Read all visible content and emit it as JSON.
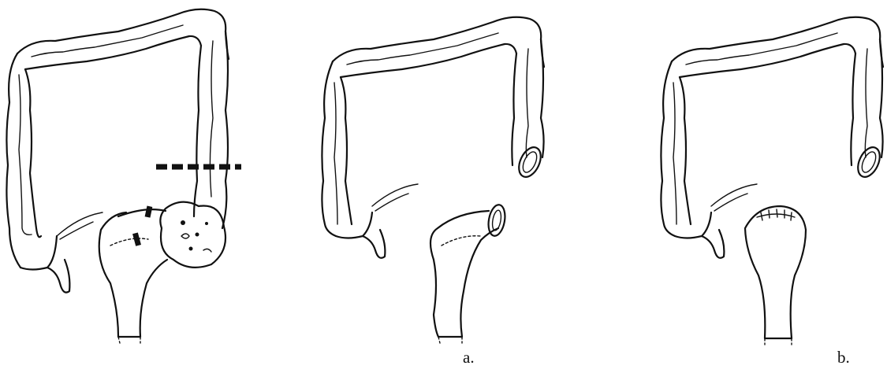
{
  "figure": {
    "panels": [
      {
        "id": "original",
        "label": ""
      },
      {
        "id": "a",
        "label": "a."
      },
      {
        "id": "b",
        "label": "b."
      }
    ]
  },
  "colors": {
    "ink": "#111111",
    "background": "#ffffff"
  }
}
